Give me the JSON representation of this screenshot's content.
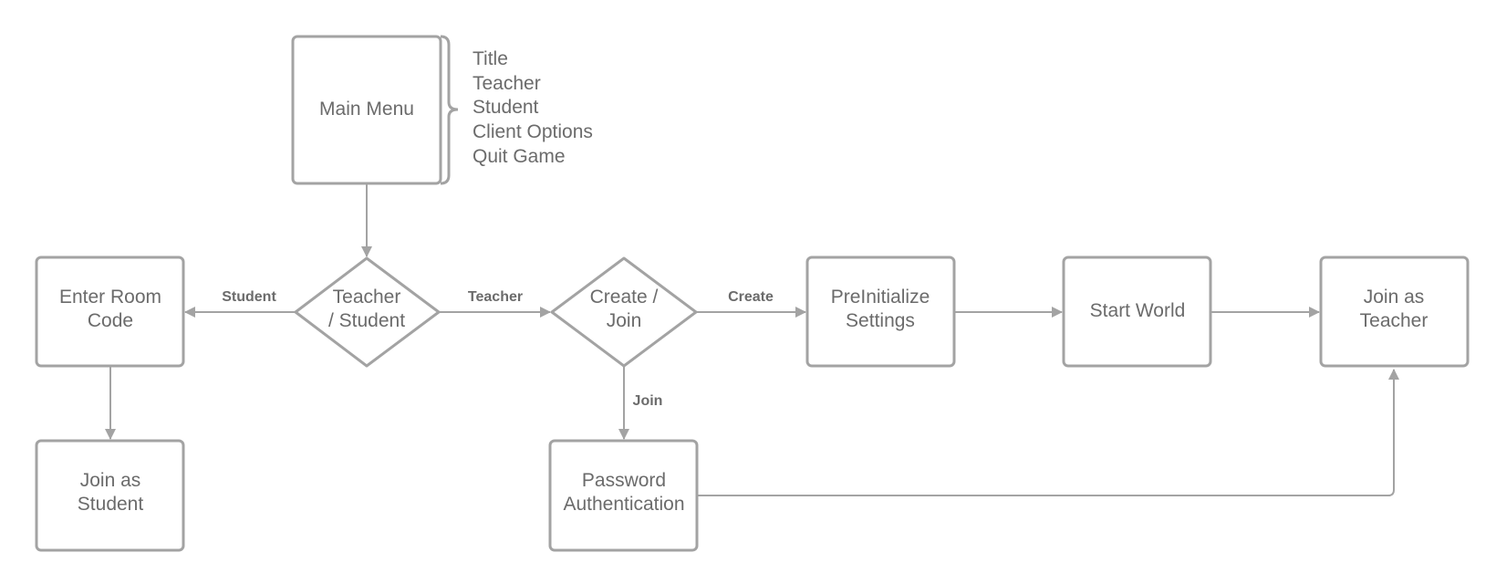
{
  "nodes": {
    "main_menu": {
      "lines": [
        "Main Menu"
      ]
    },
    "teacher_student": {
      "lines": [
        "Teacher",
        "/ Student"
      ]
    },
    "enter_room_code": {
      "lines": [
        "Enter Room",
        "Code"
      ]
    },
    "join_as_student": {
      "lines": [
        "Join as",
        "Student"
      ]
    },
    "create_join": {
      "lines": [
        "Create /",
        "Join"
      ]
    },
    "password_authentication": {
      "lines": [
        "Password",
        "Authentication"
      ]
    },
    "preinitialize_settings": {
      "lines": [
        "PreInitialize",
        "Settings"
      ]
    },
    "start_world": {
      "lines": [
        "Start World"
      ]
    },
    "join_as_teacher": {
      "lines": [
        "Join as",
        "Teacher"
      ]
    }
  },
  "main_menu_items": [
    "Title",
    "Teacher",
    "Student",
    "Client Options",
    "Quit Game"
  ],
  "edge_labels": {
    "student": "Student",
    "teacher": "Teacher",
    "create": "Create",
    "join": "Join"
  },
  "colors": {
    "stroke": "#a3a3a3",
    "text": "#6b6b6b",
    "background": "#ffffff"
  }
}
